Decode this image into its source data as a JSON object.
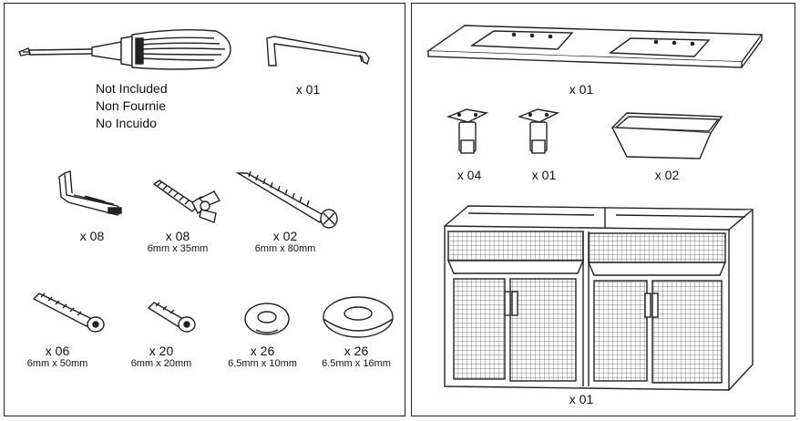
{
  "left": {
    "screwdriver": {
      "lines": [
        "Not Included",
        "Non Fournie",
        "No Incuido"
      ]
    },
    "allen_key": {
      "qty": "x 01"
    },
    "bracket": {
      "qty": "x 08"
    },
    "wing_bolt": {
      "qty": "x 08",
      "size": "6mm x 35mm"
    },
    "long_screw": {
      "qty": "x 02",
      "size": "6mm x 80mm"
    },
    "bolt_50": {
      "qty": "x 06",
      "size": "6mm x 50mm"
    },
    "bolt_20": {
      "qty": "x 20",
      "size": "6mm x 20mm"
    },
    "lock_washer": {
      "qty": "x 26",
      "size": "6.5mm x 10mm"
    },
    "flat_washer": {
      "qty": "x 26",
      "size": "6.5mm x 16mm"
    }
  },
  "right": {
    "countertop": {
      "qty": "x 01"
    },
    "leg_a": {
      "qty": "x 04"
    },
    "leg_b": {
      "qty": "x 01"
    },
    "sink_bowl": {
      "qty": "x 02"
    },
    "cabinet": {
      "qty": "x 01"
    }
  }
}
